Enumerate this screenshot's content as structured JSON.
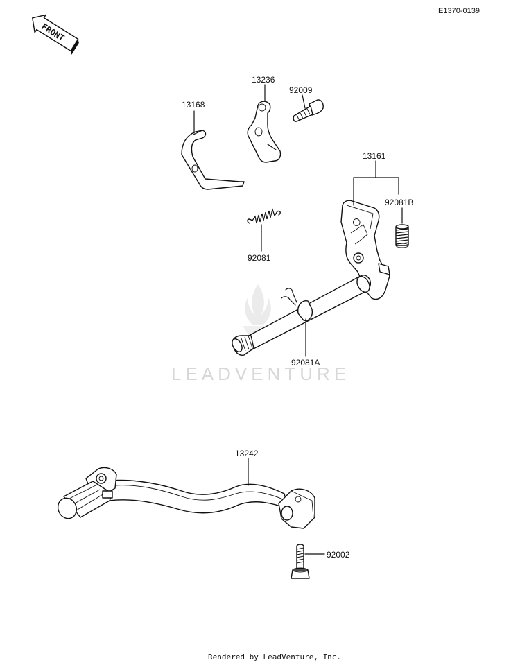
{
  "diagram_code": "E1370-0139",
  "front_arrow_label": "FRONT",
  "watermark": "LEADVENTURE",
  "footer": "Rendered by LeadVenture, Inc.",
  "parts": {
    "p13168": "13168",
    "p13236": "13236",
    "p92009": "92009",
    "p13161": "13161",
    "p92081B": "92081B",
    "p92081": "92081",
    "p92081A": "92081A",
    "p13242": "13242",
    "p92002": "92002"
  }
}
